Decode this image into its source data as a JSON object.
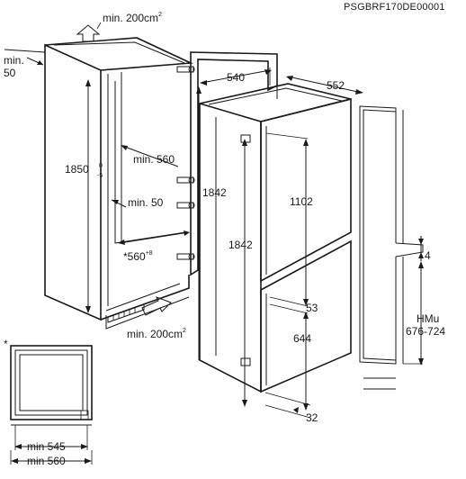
{
  "drawing_code": "PSGBRF170DE00001",
  "labels": {
    "min_200_top": "min. 200cm",
    "min_200_top_sup": "2",
    "min_50_left_a": "min.",
    "min_50_left_b": "50",
    "h1850": "1850",
    "h1850_sup": "0",
    "h1850_sub": "-5",
    "min_560": "min. 560",
    "min_50_mid": "min. 50",
    "w560": "*560",
    "w560_sup": "+8",
    "h1842_inner": "1842",
    "h1842_outer": "1842",
    "min_200_bottom": "min. 200cm",
    "min_200_bottom_sup": "2",
    "d540": "540",
    "d552": "552",
    "h1102": "1102",
    "h53": "53",
    "h644": "644",
    "d32": "32",
    "d4": "4",
    "hmu_a": "HMu",
    "hmu_b": "676-724",
    "star": "*",
    "min_545": "min 545",
    "min_560_bottom": "min 560"
  },
  "colors": {
    "line": "#1a1a1a",
    "background": "#ffffff"
  }
}
